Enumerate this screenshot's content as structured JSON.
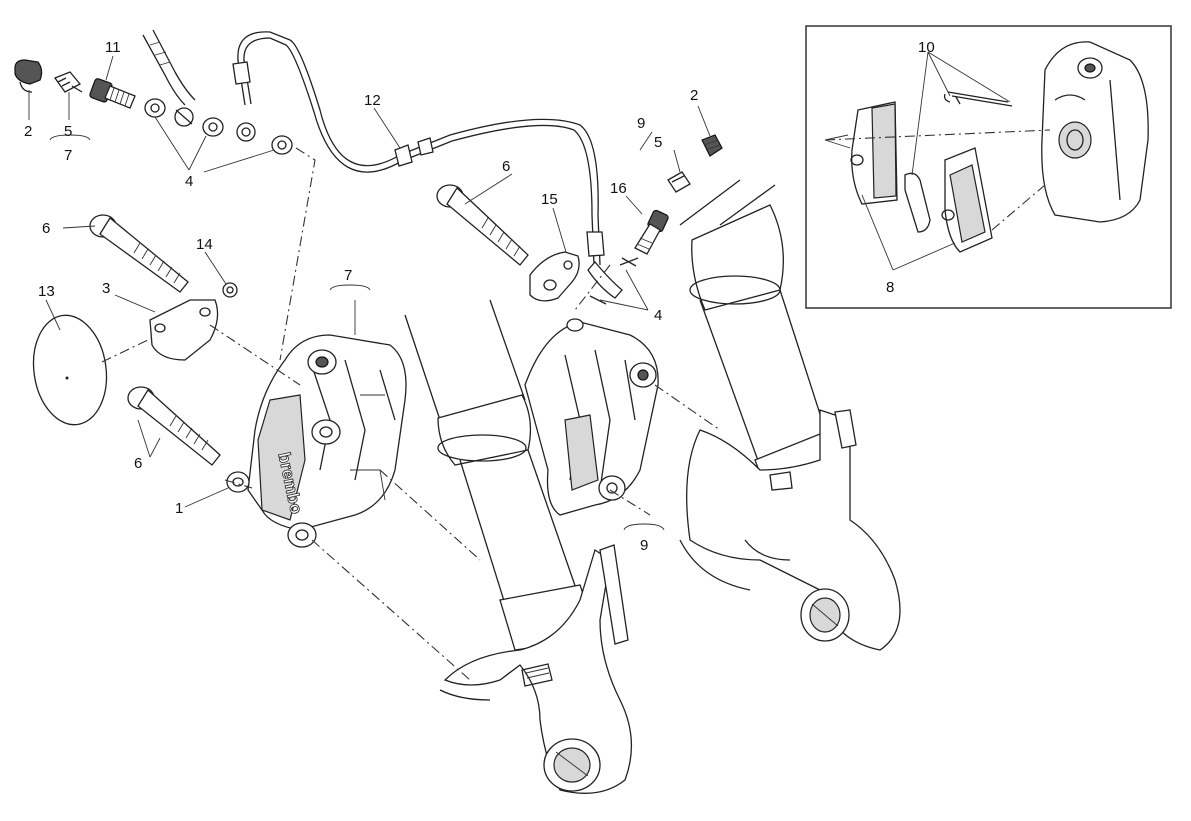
{
  "labels": {
    "l1": "1",
    "l2a": "2",
    "l2b": "2",
    "l3": "3",
    "l4a": "4",
    "l4b": "4",
    "l5a": "5",
    "l5b": "5",
    "l6a": "6",
    "l6b": "6",
    "l6c": "6",
    "l7a": "7",
    "l7b": "7",
    "l8": "8",
    "l9a": "9",
    "l9b": "9",
    "l10": "10",
    "l11": "11",
    "l12": "12",
    "l13": "13",
    "l14": "14",
    "l15": "15",
    "l16": "16"
  },
  "caliper_brand": "brembo"
}
